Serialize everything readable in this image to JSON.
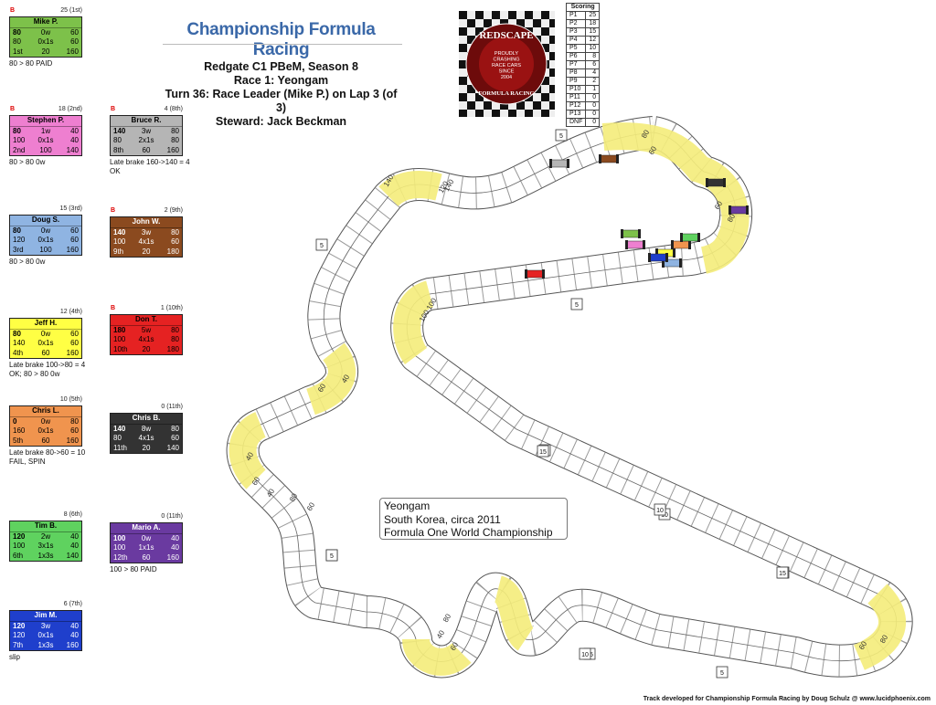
{
  "header": {
    "title": "Championship Formula Racing",
    "season": "Redgate C1 PBeM, Season 8",
    "race": "Race 1: Yeongam",
    "turn": "Turn 36: Race Leader (Mike P.) on Lap 3 (of 3)",
    "steward": "Steward: Jack Beckman"
  },
  "logo": {
    "top": "REDSCAPE",
    "middle": [
      "PROUDLY",
      "CRASHING",
      "RACE CARS",
      "SINCE",
      "2004"
    ],
    "bottom": "FORMULA RACING"
  },
  "scoring": {
    "title": "Scoring",
    "rows": [
      [
        "P1",
        "25"
      ],
      [
        "P2",
        "18"
      ],
      [
        "P3",
        "15"
      ],
      [
        "P4",
        "12"
      ],
      [
        "P5",
        "10"
      ],
      [
        "P6",
        "8"
      ],
      [
        "P7",
        "6"
      ],
      [
        "P8",
        "4"
      ],
      [
        "P9",
        "2"
      ],
      [
        "P10",
        "1"
      ],
      [
        "P11",
        "0"
      ],
      [
        "P12",
        "0"
      ],
      [
        "P13",
        "0"
      ],
      [
        "DNF",
        "0"
      ]
    ]
  },
  "drivers": [
    {
      "name": "Mike P.",
      "pos": "25 (1st)",
      "flag": "B",
      "color": "#7dc14a",
      "text": "#000",
      "rows": [
        [
          "80",
          "0w",
          "60"
        ],
        [
          "80",
          "0x1s",
          "60"
        ],
        [
          "1st",
          "20",
          "160"
        ]
      ],
      "note": "80 > 80 PAID"
    },
    {
      "name": "Stephen P.",
      "pos": "18 (2nd)",
      "flag": "B",
      "color": "#ee7fd0",
      "text": "#000",
      "rows": [
        [
          "80",
          "1w",
          "40"
        ],
        [
          "100",
          "0x1s",
          "40"
        ],
        [
          "2nd",
          "100",
          "140"
        ]
      ],
      "note": "80 > 80 0w"
    },
    {
      "name": "Doug S.",
      "pos": "15 (3rd)",
      "flag": "",
      "color": "#8fb4e2",
      "text": "#000",
      "rows": [
        [
          "80",
          "0w",
          "60"
        ],
        [
          "120",
          "0x1s",
          "60"
        ],
        [
          "3rd",
          "100",
          "160"
        ]
      ],
      "note": "80 > 80 0w"
    },
    {
      "name": "Jeff H.",
      "pos": "12 (4th)",
      "flag": "",
      "color": "#ffff44",
      "text": "#000",
      "rows": [
        [
          "80",
          "0w",
          "60"
        ],
        [
          "140",
          "0x1s",
          "60"
        ],
        [
          "4th",
          "60",
          "160"
        ]
      ],
      "note": "Late brake 100->80 = 4 OK; 80 > 80 0w"
    },
    {
      "name": "Chris L.",
      "pos": "10 (5th)",
      "flag": "",
      "color": "#f0944e",
      "text": "#000",
      "rows": [
        [
          "0",
          "0w",
          "80"
        ],
        [
          "160",
          "0x1s",
          "60"
        ],
        [
          "5th",
          "60",
          "160"
        ]
      ],
      "note": "Late brake 80->60 = 10 FAIL, SPIN"
    },
    {
      "name": "Tim B.",
      "pos": "8 (6th)",
      "flag": "",
      "color": "#5fd25f",
      "text": "#000",
      "rows": [
        [
          "120",
          "2w",
          "40"
        ],
        [
          "100",
          "3x1s",
          "40"
        ],
        [
          "6th",
          "1x3s",
          "140"
        ]
      ],
      "note": ""
    },
    {
      "name": "Jim M.",
      "pos": "6 (7th)",
      "flag": "",
      "color": "#1f3fcc",
      "text": "#fff",
      "rows": [
        [
          "120",
          "3w",
          "40"
        ],
        [
          "120",
          "0x1s",
          "40"
        ],
        [
          "7th",
          "1x3s",
          "160"
        ]
      ],
      "note": "slip"
    },
    {
      "name": "Bruce R.",
      "pos": "4 (8th)",
      "flag": "B",
      "color": "#b5b5b5",
      "text": "#000",
      "rows": [
        [
          "140",
          "3w",
          "80"
        ],
        [
          "80",
          "2x1s",
          "80"
        ],
        [
          "8th",
          "60",
          "160"
        ]
      ],
      "note": "Late brake 160->140 = 4 OK"
    },
    {
      "name": "John W.",
      "pos": "2 (9th)",
      "flag": "B",
      "color": "#8b4a1f",
      "text": "#fff",
      "rows": [
        [
          "140",
          "3w",
          "80"
        ],
        [
          "100",
          "4x1s",
          "60"
        ],
        [
          "9th",
          "20",
          "180"
        ]
      ],
      "note": ""
    },
    {
      "name": "Don T.",
      "pos": "1 (10th)",
      "flag": "B",
      "color": "#e52222",
      "text": "#000",
      "rows": [
        [
          "180",
          "5w",
          "80"
        ],
        [
          "100",
          "4x1s",
          "80"
        ],
        [
          "10th",
          "20",
          "180"
        ]
      ],
      "note": ""
    },
    {
      "name": "Chris B.",
      "pos": "0 (11th)",
      "flag": "",
      "color": "#333333",
      "text": "#fff",
      "rows": [
        [
          "140",
          "8w",
          "80"
        ],
        [
          "80",
          "4x1s",
          "60"
        ],
        [
          "11th",
          "20",
          "140"
        ]
      ],
      "note": ""
    },
    {
      "name": "Mario A.",
      "pos": "0 (11th)",
      "flag": "",
      "color": "#6a3aa0",
      "text": "#fff",
      "rows": [
        [
          "100",
          "0w",
          "40"
        ],
        [
          "100",
          "1x1s",
          "40"
        ],
        [
          "12th",
          "60",
          "160"
        ]
      ],
      "note": "100 > 80 PAID"
    }
  ],
  "track_info": {
    "name": "Yeongam",
    "location": "South Korea, circa 2011",
    "series": "Formula One World Championship"
  },
  "footer": "Track developed for Championship Formula Racing by Doug Schulz @ www.lucidphoenix.com",
  "track_markers": {
    "corner_speeds": [
      "80",
      "60",
      "60",
      "80",
      "140",
      "120",
      "140",
      "100",
      "100",
      "40",
      "60",
      "40",
      "60",
      "40",
      "60",
      "80",
      "80",
      "60",
      "40",
      "80",
      "60"
    ],
    "distance_signs": [
      "5",
      "5",
      "5",
      "5",
      "5",
      "10",
      "10",
      "15",
      "5",
      "10",
      "15",
      "10",
      "5",
      "15"
    ]
  }
}
